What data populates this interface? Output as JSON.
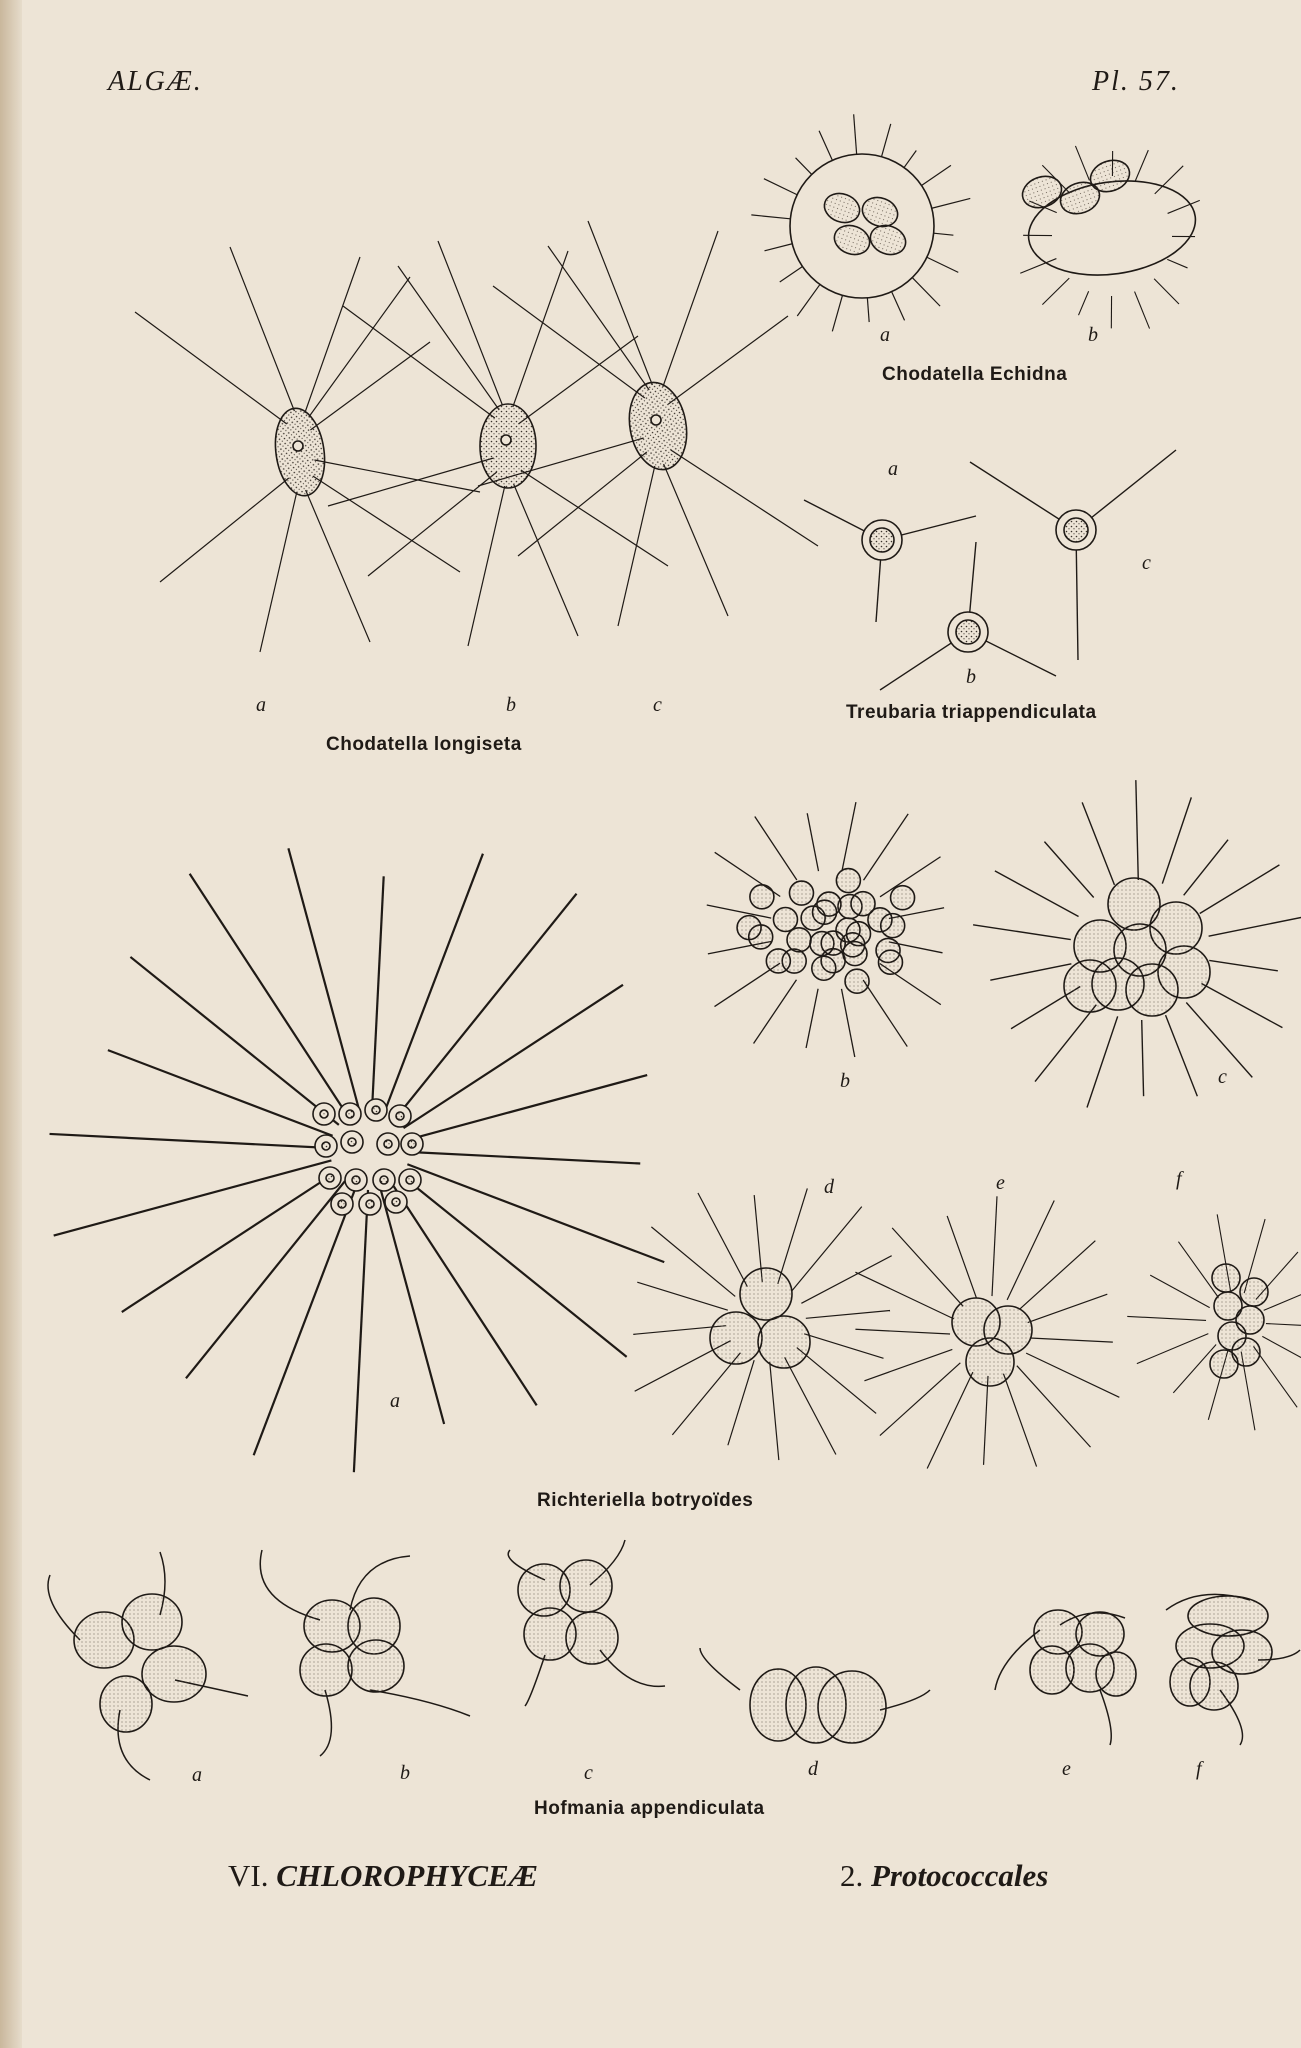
{
  "header": {
    "left": "ALGÆ.",
    "right": "Pl. 57."
  },
  "figures": {
    "chodatella_echidna": {
      "caption": "Chodatella Echidna",
      "letters": [
        "a",
        "b"
      ]
    },
    "chodatella_longiseta": {
      "caption": "Chodatella longiseta",
      "letters": [
        "a",
        "b",
        "c"
      ]
    },
    "treubaria": {
      "caption": "Treubaria triappendiculata",
      "letters": [
        "a",
        "b",
        "c"
      ]
    },
    "richteriella": {
      "caption": "Richteriella botryoïdes",
      "letters": [
        "a",
        "b",
        "c",
        "d",
        "e",
        "f"
      ]
    },
    "hofmania": {
      "caption": "Hofmania appendiculata",
      "letters": [
        "a",
        "b",
        "c",
        "d",
        "e",
        "f"
      ]
    }
  },
  "footer": {
    "class_numeral": "VI.",
    "class_name": "CHLOROPHYCEÆ",
    "order_numeral": "2.",
    "order_name": "Protococcales"
  }
}
